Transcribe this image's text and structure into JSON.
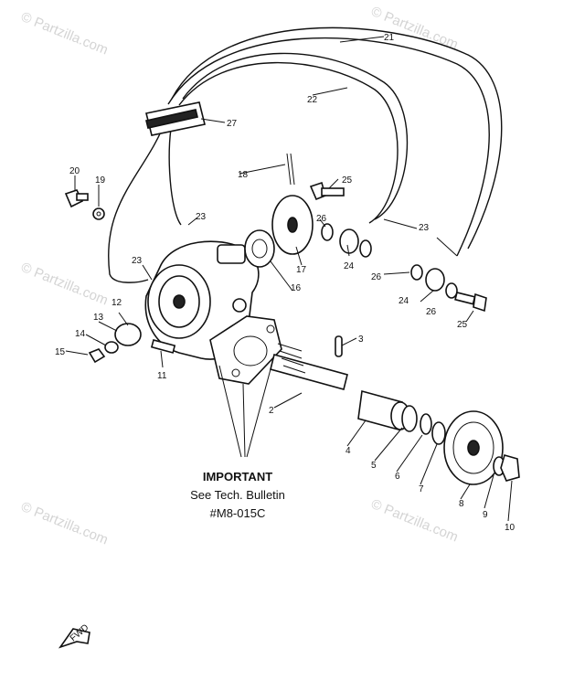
{
  "watermarks": [
    "© Partzilla.com",
    "© Partzilla.com",
    "© Partzilla.com",
    "© Partzilla.com",
    "© Partzilla.com"
  ],
  "notice": {
    "line1": "IMPORTANT",
    "line2": "See Tech. Bulletin",
    "line3": "#M8-015C"
  },
  "callouts": {
    "c2": "2",
    "c3": "3",
    "c4": "4",
    "c5": "5",
    "c6": "6",
    "c7": "7",
    "c8": "8",
    "c9": "9",
    "c10": "10",
    "c11": "11",
    "c12": "12",
    "c13": "13",
    "c14": "14",
    "c15": "15",
    "c16": "16",
    "c17": "17",
    "c18": "18",
    "c19": "19",
    "c20": "20",
    "c21": "21",
    "c22": "22",
    "c23a": "23",
    "c23b": "23",
    "c23c": "23",
    "c24a": "24",
    "c24b": "24",
    "c25a": "25",
    "c25b": "25",
    "c26a": "26",
    "c26b": "26",
    "c26c": "26",
    "c27": "27"
  },
  "front_marker": "FWD"
}
